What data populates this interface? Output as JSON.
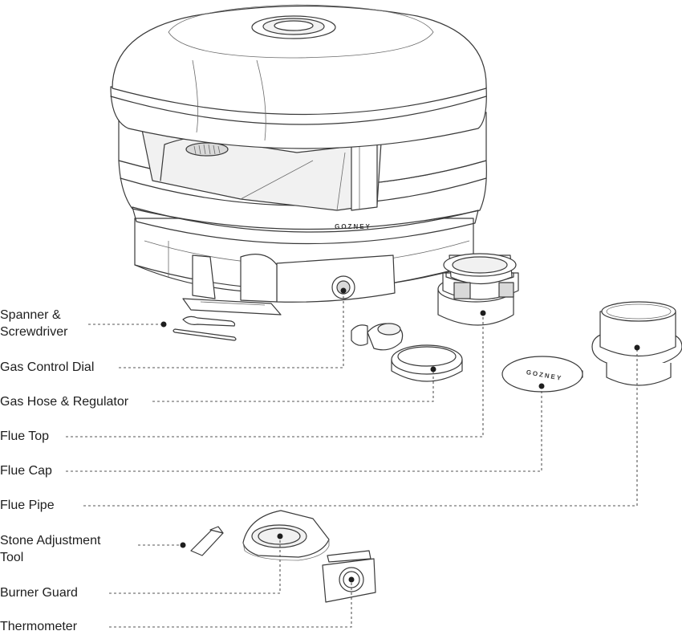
{
  "brand": "GOZNEY",
  "flue_cap_brand": "GOZNEY",
  "labels": {
    "spanner_line1": "Spanner &",
    "spanner_line2": "Screwdriver",
    "gas_control_dial": "Gas Control Dial",
    "gas_hose": "Gas Hose & Regulator",
    "flue_top": "Flue Top",
    "flue_cap": "Flue Cap",
    "flue_pipe": "Flue Pipe",
    "stone_line1": "Stone Adjustment",
    "stone_line2": "Tool",
    "burner_guard": "Burner Guard",
    "thermometer": "Thermometer"
  },
  "colors": {
    "line": "#3a3a3a",
    "text": "#1e1e1e",
    "fill_light": "#f1f1f1"
  }
}
